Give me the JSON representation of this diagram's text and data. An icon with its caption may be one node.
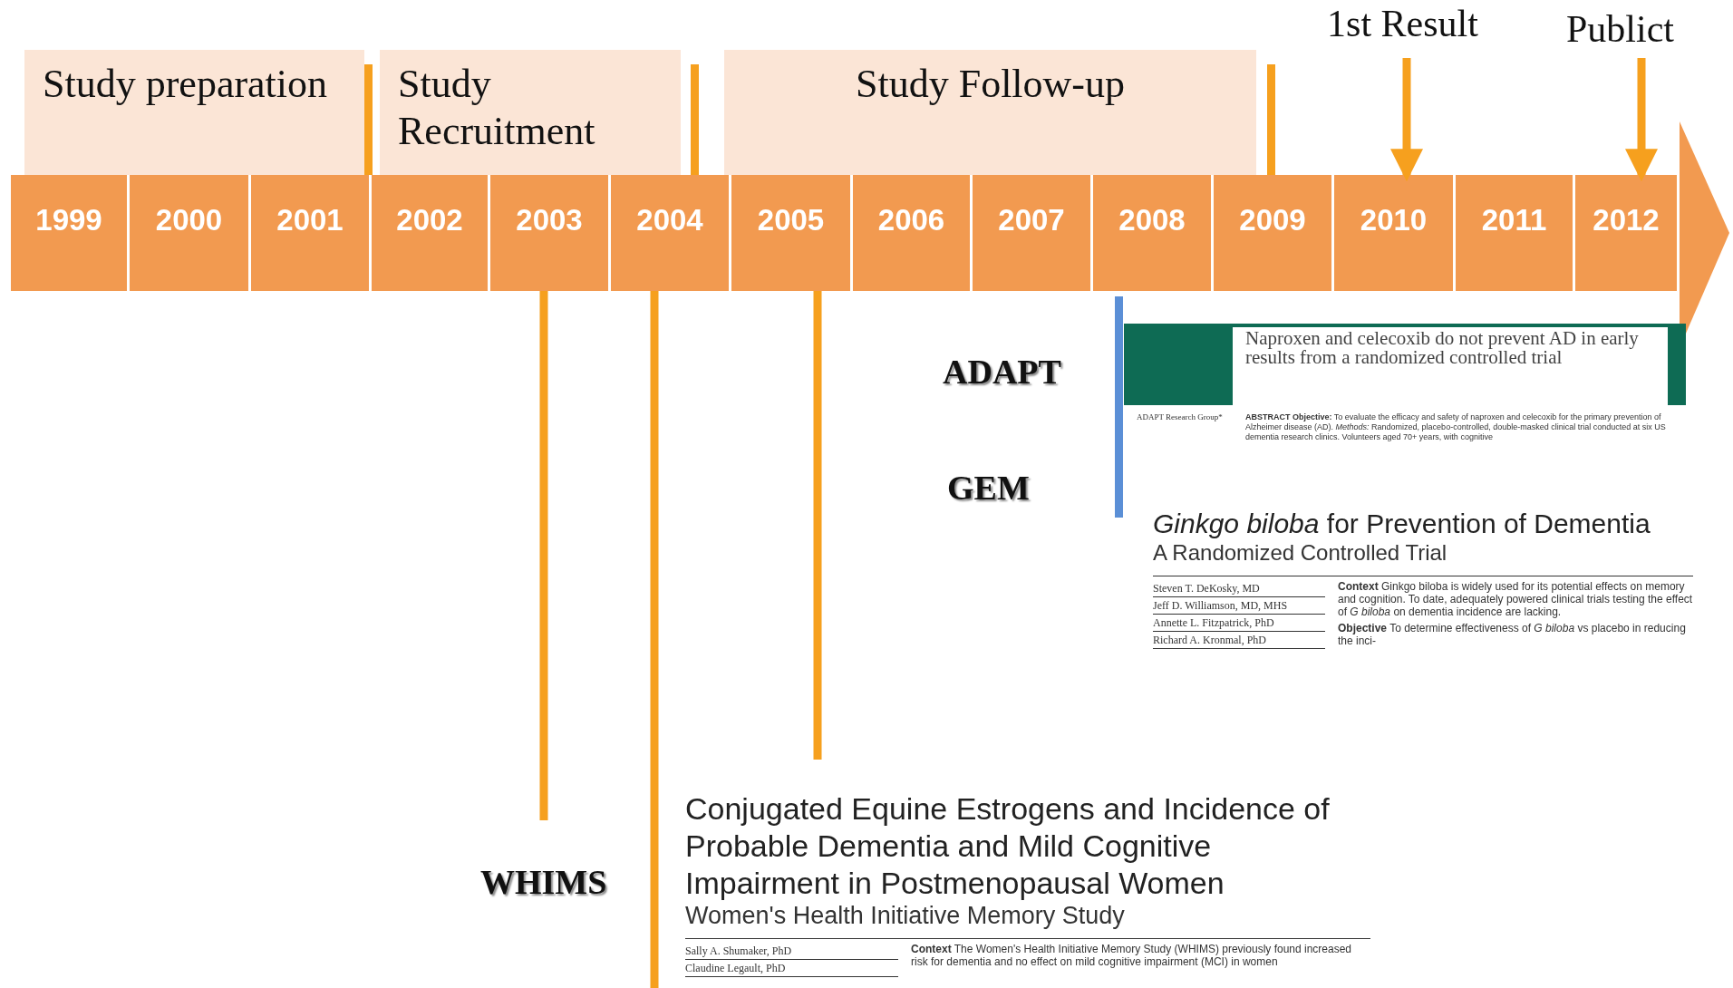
{
  "diagram": {
    "nodes": [
      {
        "text": [
          "Study preparation"
        ]
      },
      {
        "text": [
          "Study Recruitment"
        ]
      },
      {
        "text": [
          "Study Follow-up"
        ]
      },
      {
        "text": [
          "1999"
        ]
      },
      {
        "text": [
          "2000"
        ]
      },
      {
        "text": [
          "2001"
        ]
      },
      {
        "text": [
          "2002"
        ]
      },
      {
        "text": [
          "2003"
        ]
      },
      {
        "text": [
          "2004"
        ]
      },
      {
        "text": [
          "2005"
        ]
      },
      {
        "text": [
          "2006"
        ]
      },
      {
        "text": [
          "2007"
        ]
      },
      {
        "text": [
          "2008"
        ]
      },
      {
        "text": [
          "2009"
        ]
      },
      {
        "text": [
          "2010"
        ]
      },
      {
        "text": [
          "2011"
        ]
      },
      {
        "text": [
          "2012"
        ]
      },
      {
        "text": [
          "1st Result"
        ]
      },
      {
        "text": [
          "Publict"
        ]
      },
      {
        "text": [
          "ADAPT"
        ]
      },
      {
        "text": [
          "GEM"
        ]
      },
      {
        "text": [
          "WHIMS"
        ]
      },
      {
        "text": [
          "Naproxen and celecoxib do not prevent AD in early results from a randomized controlled trial",
          "ADAPT Research Group*",
          "**ABSTRACT Objective:** To evaluate the efficacy and safety of naproxen and celecoxib for the primary prevention of Alzheimer disease (AD). *Methods:* Randomized, placebo-controlled, double-masked clinical trial conducted at six US dementia research clinics. Volunteers aged 70+ years, with cognitive"
        ]
      },
      {
        "text": [
          "*Ginkgo biloba* for Prevention of Dementia",
          "A Randomized Controlled Trial",
          "Steven T. DeKosky, MD",
          "Jeff D. Williamson, MD, MHS",
          "Annette L. Fitzpatrick, PhD",
          "Richard A. Kronmal, PhD",
          "**Context** Ginkgo biloba is widely used for its potential effects on memory and cognition. To date, adequately powered clinical trials testing the effect of *G biloba* on dementia incidence are lacking.",
          "**Objective** To determine effectiveness of *G biloba* vs placebo in reducing the inci-"
        ]
      },
      {
        "text": [
          "Conjugated Equine Estrogens and Incidence of Probable Dementia and Mild Cognitive Impairment in Postmenopausal Women",
          "Women's Health Initiative Memory Study",
          "Sally A. Shumaker, PhD",
          "Claudine Legault, PhD",
          "**Context** The Women's Health Initiative Memory Study (WHIMS) previously found increased risk for dementia and no effect on mild cognitive impairment (MCI) in women"
        ]
      }
    ],
    "edges": [
      {
        "from": 17,
        "to": 14,
        "arrow": "to"
      },
      {
        "from": 18,
        "to": 16,
        "arrow": "to"
      },
      {
        "from": 7,
        "to": 21,
        "arrow": "none"
      },
      {
        "from": 8,
        "to": 24,
        "arrow": "none"
      },
      {
        "from": 9,
        "to": 24,
        "arrow": "none"
      }
    ]
  }
}
